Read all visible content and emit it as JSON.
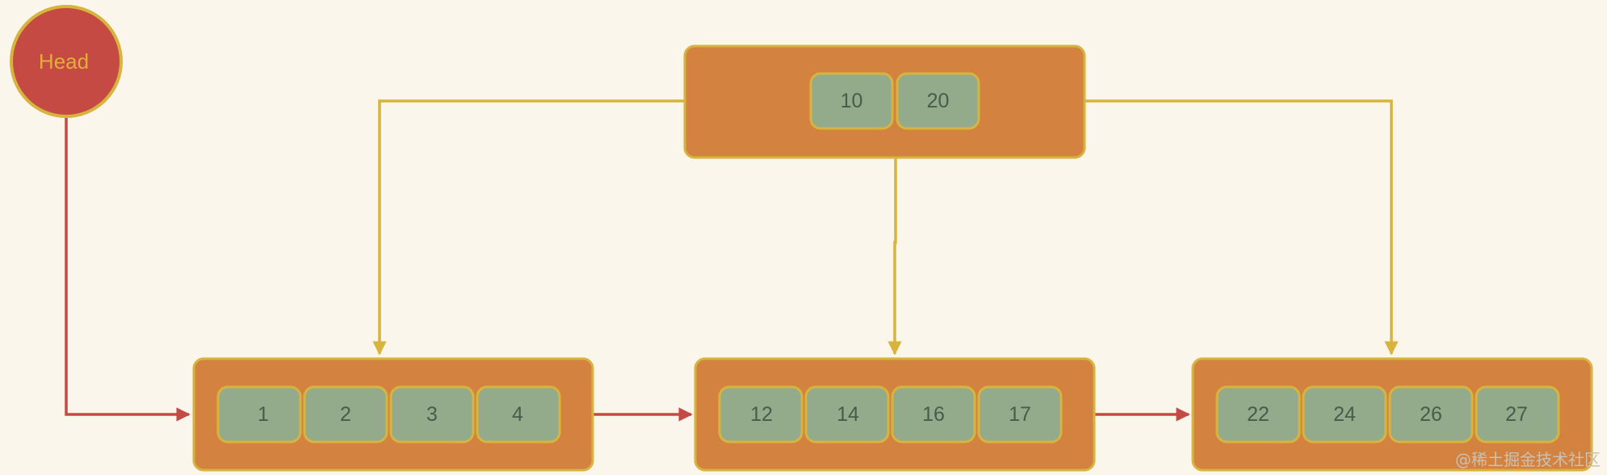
{
  "head": {
    "label": "Head"
  },
  "root": {
    "keys": [
      "10",
      "20"
    ]
  },
  "leaves": [
    {
      "keys": [
        "1",
        "2",
        "3",
        "4"
      ]
    },
    {
      "keys": [
        "12",
        "14",
        "16",
        "17"
      ]
    },
    {
      "keys": [
        "22",
        "24",
        "26",
        "27"
      ]
    }
  ],
  "watermark": "@稀土掘金技术社区",
  "colors": {
    "background": "#fbf6ec",
    "node_fill": "#d4823f",
    "key_fill": "#93ab8a",
    "outline_gold": "#d7b43e",
    "head_fill": "#c54a43",
    "link_red": "#c54a43"
  }
}
